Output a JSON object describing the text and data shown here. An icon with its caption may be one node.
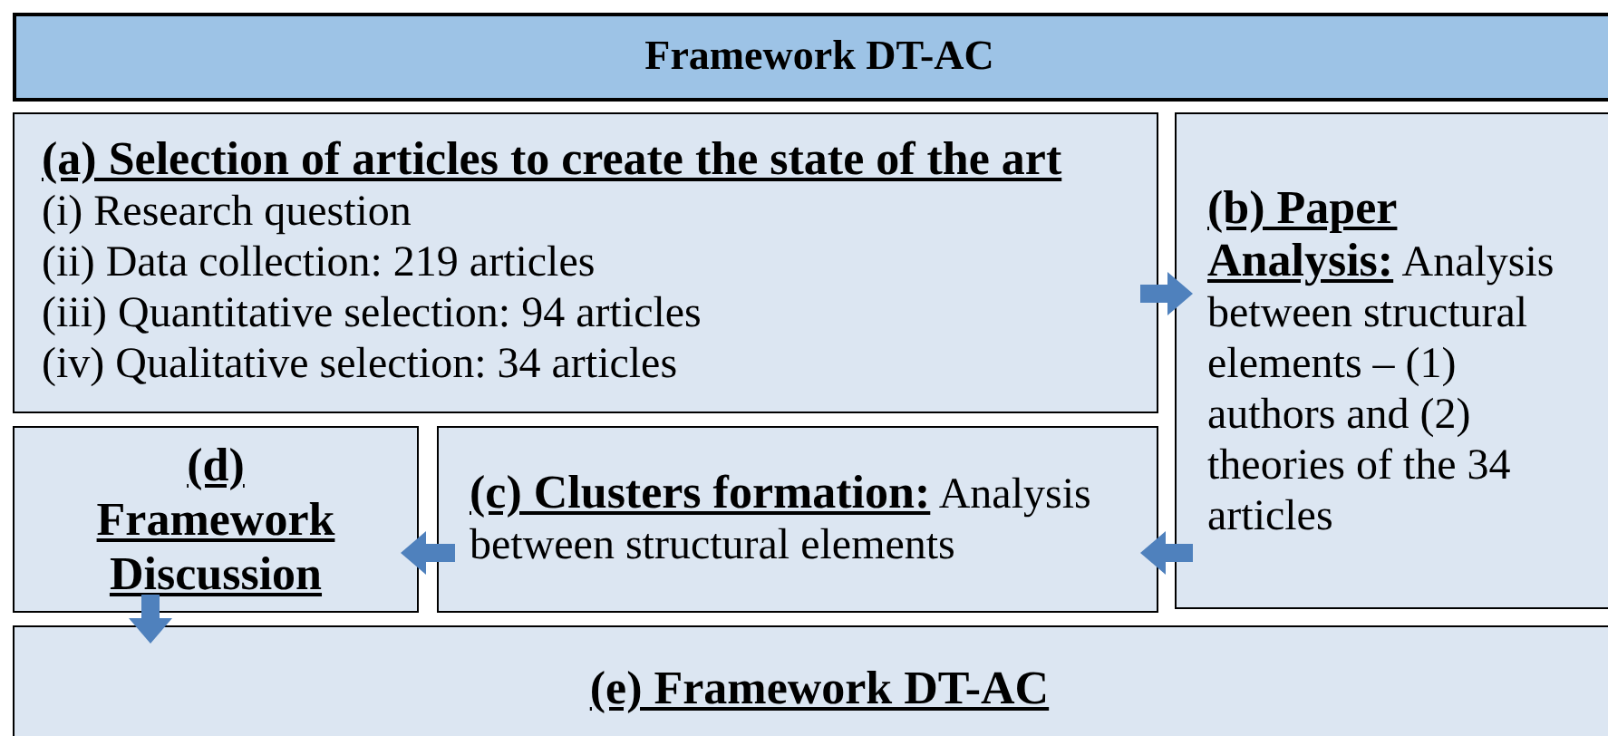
{
  "diagram": {
    "nodes": [
      {
        "text": [
          "Framework DT-AC"
        ]
      },
      {
        "text": [
          "(a) Selection of articles to create the state of the art",
          "(i) Research question",
          "(ii) Data collection: 219 articles",
          "(iii) Quantitative selection: 94 articles",
          "(iv) Qualitative selection: 34 articles"
        ]
      },
      {
        "text": [
          "**(b) Paper Analysis:** Analysis between structural elements – (1) authors and (2) theories of the 34 articles"
        ]
      },
      {
        "text": [
          "**(c) Clusters formation:** Analysis between structural elements"
        ]
      },
      {
        "text": [
          "(d) Framework Discussion"
        ]
      },
      {
        "text": [
          "(e) Framework DT-AC"
        ]
      }
    ],
    "edges": [
      {
        "from": 1,
        "to": 2,
        "arrow": "to"
      },
      {
        "from": 2,
        "to": 3,
        "arrow": "to"
      },
      {
        "from": 3,
        "to": 4,
        "arrow": "to"
      },
      {
        "from": 4,
        "to": 5,
        "arrow": "to"
      }
    ]
  }
}
